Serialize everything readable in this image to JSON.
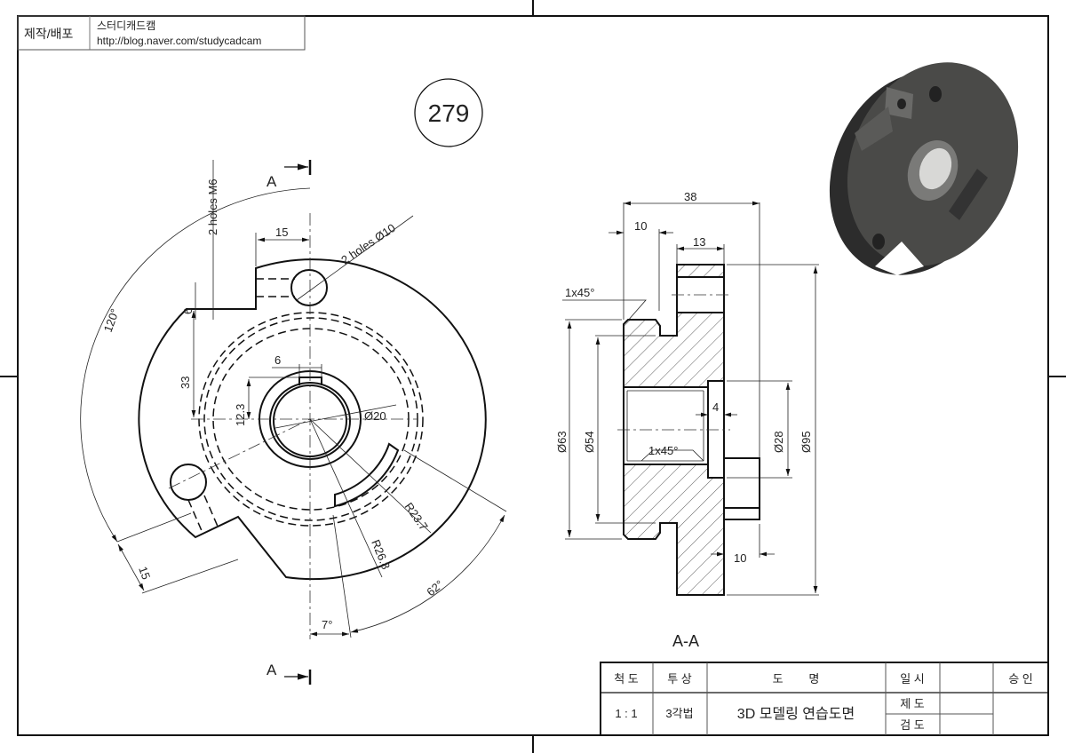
{
  "header": {
    "label": "제작/배포",
    "author": "스터디캐드캠",
    "url": "http://blog.naver.com/studycadcam"
  },
  "drawing_number": "279",
  "front_view": {
    "section_mark_top": "A",
    "section_mark_bottom": "A",
    "dims": {
      "holes_m6": "2 holes M6",
      "holes_d10": "2 holes Ø10",
      "w15_top": "15",
      "angle_120": "120°",
      "h6": "6",
      "h33": "33",
      "key_w6": "6",
      "key_h12_3": "12.3",
      "bore_d20": "Ø20",
      "r23_7": "R23.7",
      "r26_8": "R26.8",
      "angle_62": "62°",
      "angle_7": "7°",
      "w15_bottom": "15"
    }
  },
  "section_view": {
    "title": "A-A",
    "dims": {
      "len38": "38",
      "len10_top": "10",
      "len13": "13",
      "chamfer_outer": "1x45°",
      "chamfer_inner": "1x45°",
      "d63": "Ø63",
      "d54": "Ø54",
      "d28": "Ø28",
      "d95": "Ø95",
      "depth4": "4",
      "len10_bottom": "10"
    }
  },
  "title_block": {
    "scale_label": "척 도",
    "projection_label": "투 상",
    "name_label": "도        명",
    "date_label": "일 시",
    "approve_label": "승 인",
    "scale_value": "1 : 1",
    "projection_value": "3각법",
    "name_value": "3D 모델링 연습도면",
    "drawn_label": "제 도",
    "checked_label": "검 도"
  }
}
